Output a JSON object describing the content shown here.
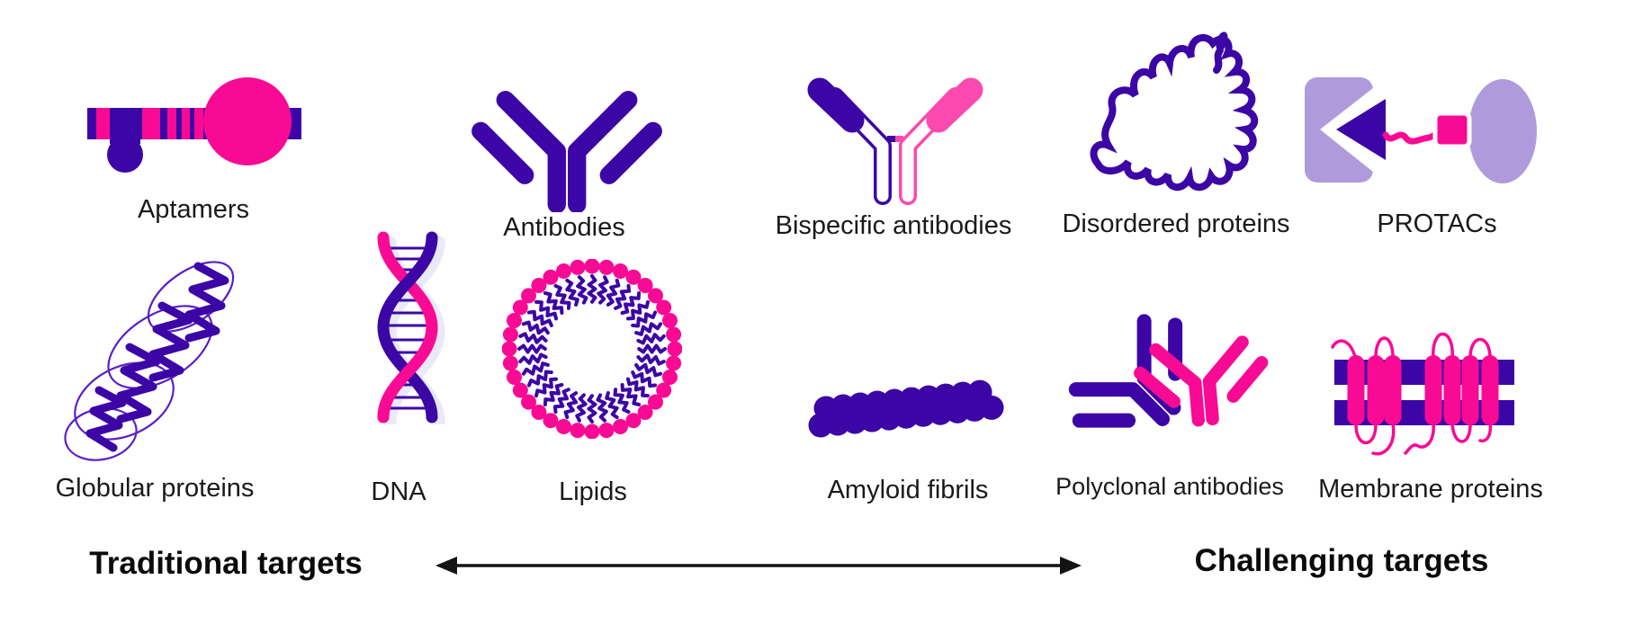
{
  "colors": {
    "purple": "#3C06A6",
    "purple_light": "#5A1FC4",
    "pink": "#F90A95",
    "pink_light": "#FC49AF",
    "lavender": "#AF9BDC",
    "shadow": "#E9E9F7",
    "ink": "#131313"
  },
  "top_row": [
    {
      "id": "aptamers",
      "label": "Aptamers",
      "icon": "aptamer-icon"
    },
    {
      "id": "antibodies",
      "label": "Antibodies",
      "icon": "antibody-icon"
    },
    {
      "id": "bispecific-antibodies",
      "label": "Bispecific antibodies",
      "icon": "bispecific-antibody-icon"
    },
    {
      "id": "disordered-proteins",
      "label": "Disordered proteins",
      "icon": "disordered-protein-icon"
    },
    {
      "id": "protacs",
      "label": "PROTACs",
      "icon": "protac-icon"
    }
  ],
  "bottom_row": [
    {
      "id": "globular-proteins",
      "label": "Globular proteins",
      "icon": "globular-protein-icon"
    },
    {
      "id": "dna",
      "label": "DNA",
      "icon": "dna-icon"
    },
    {
      "id": "lipids",
      "label": "Lipids",
      "icon": "lipid-icon"
    },
    {
      "id": "amyloid-fibrils",
      "label": "Amyloid fibrils",
      "icon": "amyloid-fibril-icon"
    },
    {
      "id": "polyclonal-antibodies",
      "label": "Polyclonal antibodies",
      "icon": "polyclonal-antibodies-icon"
    },
    {
      "id": "membrane-proteins",
      "label": "Membrane proteins",
      "icon": "membrane-protein-icon"
    }
  ],
  "spectrum": {
    "left_label": "Traditional targets",
    "right_label": "Challenging targets",
    "arrow": "double-headed-arrow"
  }
}
